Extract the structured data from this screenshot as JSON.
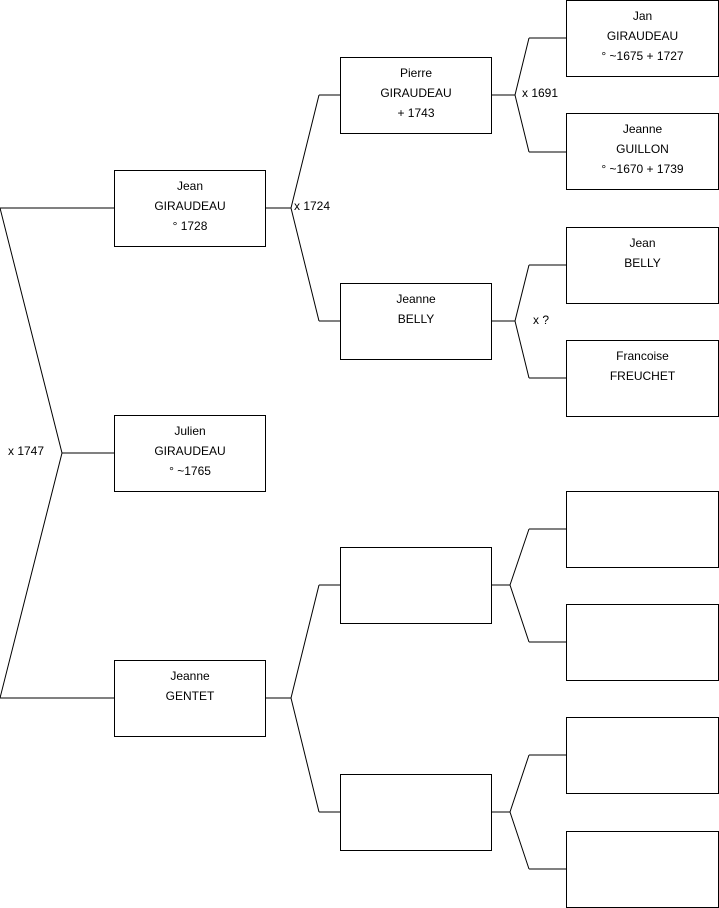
{
  "persons": {
    "julien": {
      "line1": "Julien",
      "line2": "GIRAUDEAU",
      "line3": "° ~1765"
    },
    "jean": {
      "line1": "Jean",
      "line2": "GIRAUDEAU",
      "line3": "° 1728"
    },
    "jeanne_g": {
      "line1": "Jeanne",
      "line2": "GENTET",
      "line3": ""
    },
    "pierre": {
      "line1": "Pierre",
      "line2": "GIRAUDEAU",
      "line3": "+ 1743"
    },
    "jeanne_b": {
      "line1": "Jeanne",
      "line2": "BELLY",
      "line3": ""
    },
    "jan": {
      "line1": "Jan",
      "line2": "GIRAUDEAU",
      "line3": "° ~1675 + 1727"
    },
    "jeanne_gu": {
      "line1": "Jeanne",
      "line2": "GUILLON",
      "line3": "° ~1670 + 1739"
    },
    "jean_b": {
      "line1": "Jean",
      "line2": "BELLY",
      "line3": ""
    },
    "francoise": {
      "line1": "Francoise",
      "line2": "FREUCHET",
      "line3": ""
    }
  },
  "marriages": {
    "m1747": "x 1747",
    "m1724": "x 1724",
    "m1691": "x 1691",
    "m_unknown": "x ?"
  }
}
